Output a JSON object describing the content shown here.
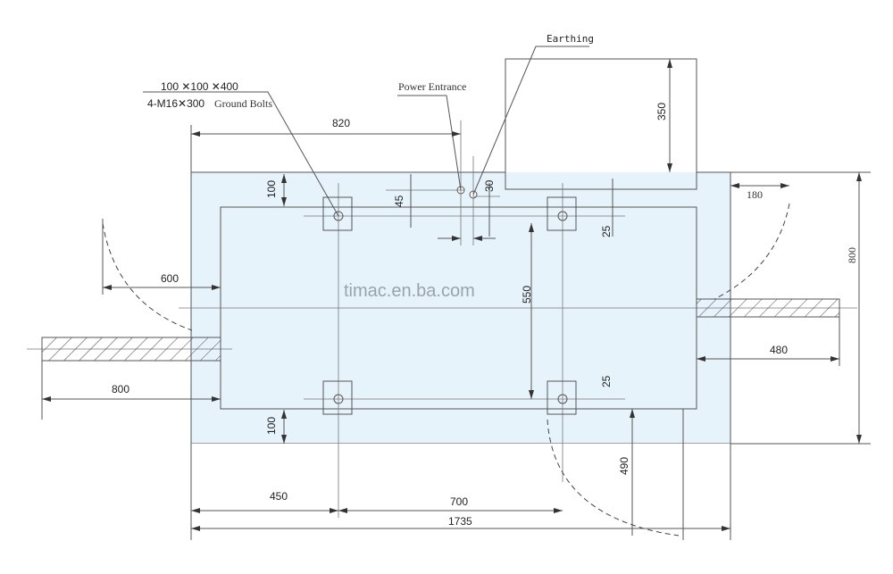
{
  "labels": {
    "earthing": "Earthing",
    "power_entrance": "Power Entrance",
    "bolt_spec_top": "100 ✕100 ✕400",
    "bolt_spec_bottom": "4-M16✕300",
    "ground_bolts": "Ground Bolts",
    "watermark": "timac.en.ba.com"
  },
  "dimensions": {
    "d820": "820",
    "d350": "350",
    "d100_top": "100",
    "d45": "45",
    "d30": "30",
    "d25_top": "25",
    "d180": "180",
    "d800_right": "800",
    "d600": "600",
    "d550": "550",
    "d480": "480",
    "d800_left": "800",
    "d25_bottom": "25",
    "d100_bottom": "100",
    "d490": "490",
    "d450": "450",
    "d700": "700",
    "d1735": "1735"
  },
  "colors": {
    "base_fill": "#e6f3fb"
  }
}
